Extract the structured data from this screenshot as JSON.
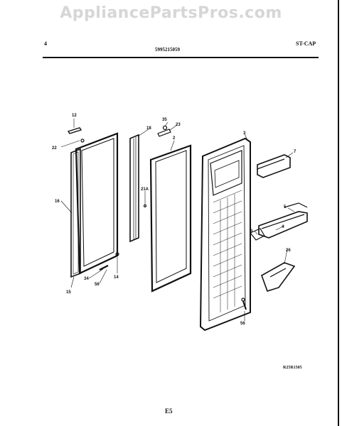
{
  "watermark": "AppliancePartsPros.com",
  "header": {
    "page_number": "4",
    "part_number": "5995215059",
    "model": "ST-CAP"
  },
  "reference_code": "R25R1505",
  "footer": "E5",
  "callouts": {
    "c12": "12",
    "c22": "22",
    "c16": "16",
    "c15": "15",
    "c34": "34",
    "c56a": "56",
    "c14": "14",
    "c18": "18",
    "c21a": "21A",
    "c35": "35",
    "c23": "23",
    "c2": "2",
    "c3": "3",
    "c7": "7",
    "c5": "5",
    "c4": "4",
    "c6": "6",
    "c26": "26",
    "c56b": "56"
  }
}
